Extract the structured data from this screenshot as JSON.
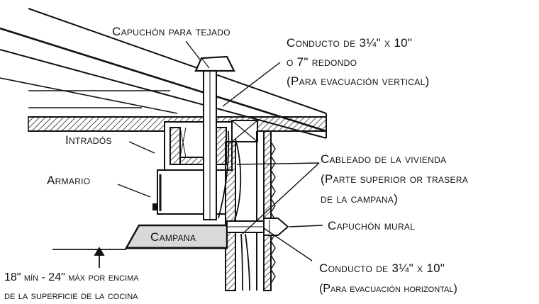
{
  "labels": {
    "roof_cap": "Capuchón para tejado",
    "duct_vertical_line1": "Conducto de 3¼\" x 10\"",
    "duct_vertical_line2": "o 7\" redondo",
    "duct_vertical_line3": "(Para evacuación vertical)",
    "soffit": "Intradós",
    "cabinet": "Armario",
    "wiring_line1": "Cableado de la vivienda",
    "wiring_line2": "(Parte superior or trasera",
    "wiring_line3": "de la campana)",
    "hood": "Campana",
    "wall_cap": "Capuchón mural",
    "height_line1": "18\" mín - 24\" máx por encima",
    "height_line2": "de la superficie de la cocina",
    "duct_horizontal_line1": "Conducto de 3¼\" x 10\"",
    "duct_horizontal_line2": "(Para evacuación horizontal)"
  },
  "colors": {
    "ink": "#111111",
    "hood_fill": "#d9d9d9",
    "background": "#ffffff"
  }
}
